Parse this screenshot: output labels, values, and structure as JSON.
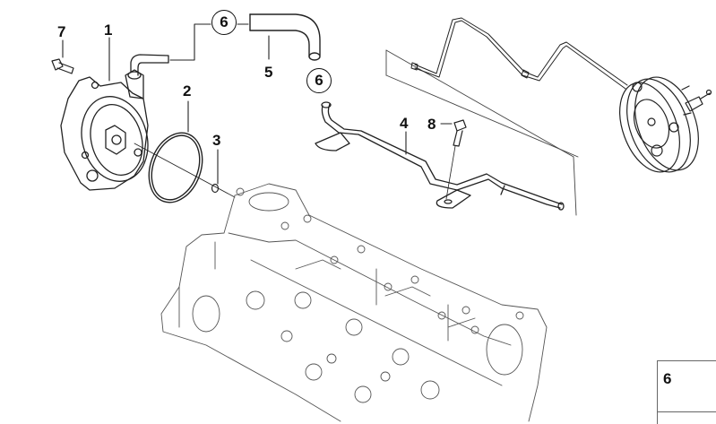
{
  "diagram": {
    "type": "exploded parts diagram",
    "subject": "vacuum pump, cylinder head, vacuum line and brake booster",
    "line_color": "#222222",
    "background": "#ffffff",
    "callouts": [
      {
        "id": "c1",
        "label": "1",
        "part": "vacuum-pump"
      },
      {
        "id": "c2",
        "label": "2",
        "part": "o-ring"
      },
      {
        "id": "c3",
        "label": "3",
        "part": "small-seal-ring"
      },
      {
        "id": "c4",
        "label": "4",
        "part": "vacuum-pipe"
      },
      {
        "id": "c5",
        "label": "5",
        "part": "vacuum-hose"
      },
      {
        "id": "c6a",
        "label": "6",
        "part": "hose-clamp",
        "circled": true
      },
      {
        "id": "c6b",
        "label": "6",
        "part": "hose-clamp",
        "circled": true
      },
      {
        "id": "c7",
        "label": "7",
        "part": "hex-bolt"
      },
      {
        "id": "c8",
        "label": "8",
        "part": "hex-bolt"
      }
    ],
    "legend": {
      "items": [
        {
          "label": "6",
          "icon": "hose-clamp-icon"
        }
      ]
    }
  }
}
